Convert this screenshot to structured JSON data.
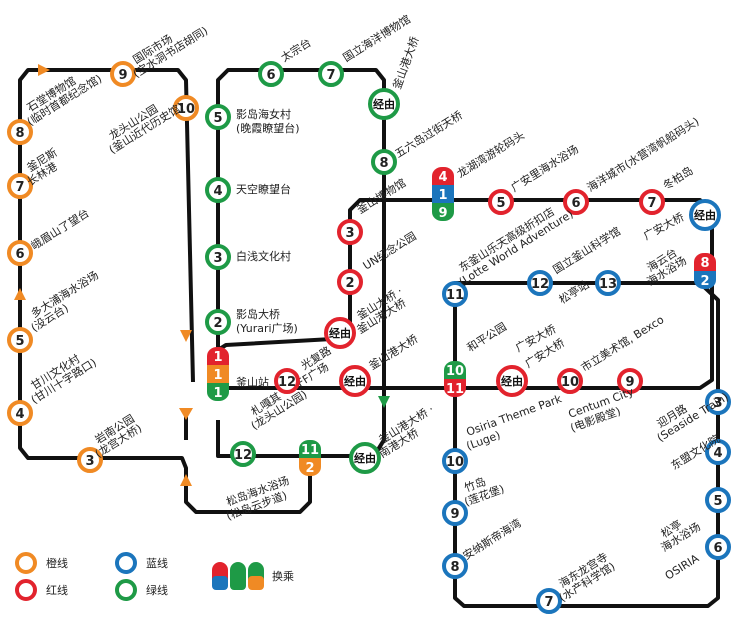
{
  "colors": {
    "orange": "#F08A24",
    "red": "#E2232D",
    "blue": "#1B75BC",
    "green": "#1E9A46",
    "line": "#111111"
  },
  "stations": [
    {
      "id": "o9",
      "line": "orange",
      "n": "9",
      "label": [
        "国际市场",
        "(宝水洞书店胡同)"
      ]
    },
    {
      "id": "o10",
      "line": "orange",
      "n": "10",
      "label": [
        "龙头山公园",
        "(釜山近代历史馆)"
      ]
    },
    {
      "id": "o8",
      "line": "orange",
      "n": "8",
      "label": [
        "石堂博物馆",
        "(临时首都纪念馆)"
      ]
    },
    {
      "id": "o7",
      "line": "orange",
      "n": "7",
      "label": [
        "釜尼斯",
        "长林港"
      ]
    },
    {
      "id": "o6",
      "line": "orange",
      "n": "6",
      "label": [
        "峨眉山了望台"
      ]
    },
    {
      "id": "o5",
      "line": "orange",
      "n": "5",
      "label": [
        "多大浦海水浴场",
        "(没云台)"
      ]
    },
    {
      "id": "o4",
      "line": "orange",
      "n": "4",
      "label": [
        "甘川文化村",
        "(甘川十字路口)"
      ]
    },
    {
      "id": "o3",
      "line": "orange",
      "n": "3",
      "label": [
        "岩南公园",
        "(龙宫大桥)"
      ]
    },
    {
      "id": "g6",
      "line": "green",
      "n": "6",
      "label": [
        "太宗台"
      ]
    },
    {
      "id": "g7",
      "line": "green",
      "n": "7",
      "label": [
        "国立海洋博物馆"
      ]
    },
    {
      "id": "g5",
      "line": "green",
      "n": "5",
      "label": [
        "影岛海女村",
        "(晚霞瞭望台)"
      ]
    },
    {
      "id": "g4",
      "line": "green",
      "n": "4",
      "label": [
        "天空瞭望台"
      ]
    },
    {
      "id": "g3",
      "line": "green",
      "n": "3",
      "label": [
        "白浅文化村"
      ]
    },
    {
      "id": "g2",
      "line": "green",
      "n": "2",
      "label": [
        "影岛大桥",
        "(Yurari广场)"
      ]
    },
    {
      "id": "g8",
      "line": "green",
      "n": "8",
      "label": [
        "五六岛过街天桥"
      ]
    },
    {
      "id": "g12",
      "line": "green",
      "n": "12",
      "label": [
        "札嘎其 · BIFF广场",
        "(龙头山公园)"
      ]
    },
    {
      "id": "r3",
      "line": "red",
      "n": "3",
      "label": [
        "釜山博物馆"
      ]
    },
    {
      "id": "r2",
      "line": "red",
      "n": "2",
      "label": [
        "UN纪念公园"
      ]
    },
    {
      "id": "r12",
      "line": "red",
      "n": "12",
      "label": [
        "光复路"
      ]
    },
    {
      "id": "r5",
      "line": "red",
      "n": "5",
      "label": [
        "广安里海水浴场"
      ]
    },
    {
      "id": "r6",
      "line": "red",
      "n": "6",
      "label": [
        "海洋城市(水营湾帆船码头)"
      ]
    },
    {
      "id": "r7",
      "line": "red",
      "n": "7",
      "label": [
        "冬柏岛"
      ]
    },
    {
      "id": "r10",
      "line": "red",
      "n": "10",
      "label": [
        "市立美术馆, Bexco"
      ]
    },
    {
      "id": "r9",
      "line": "red",
      "n": "9",
      "label": []
    },
    {
      "id": "b11",
      "line": "blue",
      "n": "11",
      "label": [
        "东釜山乐天高级折扣店",
        "(Lotte World Adventure)"
      ]
    },
    {
      "id": "b12",
      "line": "blue",
      "n": "12",
      "label": [
        "国立釜山科学馆"
      ]
    },
    {
      "id": "b13",
      "line": "blue",
      "n": "13",
      "label": [
        "松亭站"
      ]
    },
    {
      "id": "b10",
      "line": "blue",
      "n": "10",
      "label": [
        "Osiria Theme Park",
        "(Luge)"
      ]
    },
    {
      "id": "b9",
      "line": "blue",
      "n": "9",
      "label": [
        "竹岛",
        "(莲花堡)"
      ]
    },
    {
      "id": "b8",
      "line": "blue",
      "n": "8",
      "label": [
        "安纳斯帝海湾"
      ]
    },
    {
      "id": "b7",
      "line": "blue",
      "n": "7",
      "label": [
        "海东龙宫寺",
        "(水产科学馆)"
      ]
    },
    {
      "id": "b6",
      "line": "blue",
      "n": "6",
      "label": [
        "OSIRIA"
      ]
    },
    {
      "id": "b5",
      "line": "blue",
      "n": "5",
      "label": [
        "松亭",
        "海水浴场"
      ]
    },
    {
      "id": "b4",
      "line": "blue",
      "n": "4",
      "label": [
        "东盟文化院"
      ]
    },
    {
      "id": "b3",
      "line": "blue",
      "n": "3",
      "label": [
        "迎月路",
        "(Seaside Train)"
      ]
    }
  ],
  "interchanges": [
    {
      "id": "x-busan",
      "n": [
        "1",
        "1",
        "1"
      ],
      "lines": [
        "red",
        "orange",
        "green"
      ],
      "label": [
        "釜山站"
      ]
    },
    {
      "id": "x-yongho",
      "n": [
        "4",
        "1",
        "9"
      ],
      "lines": [
        "red",
        "blue",
        "green"
      ],
      "label": [
        "龙湖湾游轮码头"
      ]
    },
    {
      "id": "x-haeundae",
      "n": [
        "8",
        "2"
      ],
      "lines": [
        "red",
        "blue"
      ],
      "label": [
        "海云台",
        "海水浴场"
      ]
    },
    {
      "id": "x-centum",
      "n": [
        "10",
        "11"
      ],
      "lines": [
        "green",
        "red"
      ],
      "label": [
        "和平公园"
      ]
    },
    {
      "id": "x-songdo",
      "n": [
        "11",
        "2"
      ],
      "lines": [
        "green",
        "orange"
      ],
      "label": [
        "松岛海水浴场",
        "(松岛云步道)"
      ]
    }
  ],
  "via_points": [
    {
      "id": "v1",
      "text": "经由",
      "label": [
        "釜山港大桥"
      ]
    },
    {
      "id": "v2",
      "text": "经由",
      "label": [
        "釜山大桥 ·",
        "釜山港大桥"
      ]
    },
    {
      "id": "v3",
      "text": "经由",
      "label": [
        "釜山港大桥"
      ]
    },
    {
      "id": "v4",
      "text": "经由",
      "label": [
        "釜山港大桥 ·",
        "南港大桥"
      ]
    },
    {
      "id": "v5",
      "text": "经由",
      "label": [
        "广安大桥"
      ]
    },
    {
      "id": "v6",
      "text": "经由",
      "label": []
    }
  ],
  "extra_labels": {
    "gwangan_bridge": "广安大桥",
    "gwangan_bridge2": "广安大桥",
    "centum": [
      "Centum City",
      "(电影殿堂)"
    ]
  },
  "legend": {
    "orange": "橙线",
    "red": "红线",
    "blue": "蓝线",
    "green": "绿线",
    "transfer": "换乘"
  }
}
